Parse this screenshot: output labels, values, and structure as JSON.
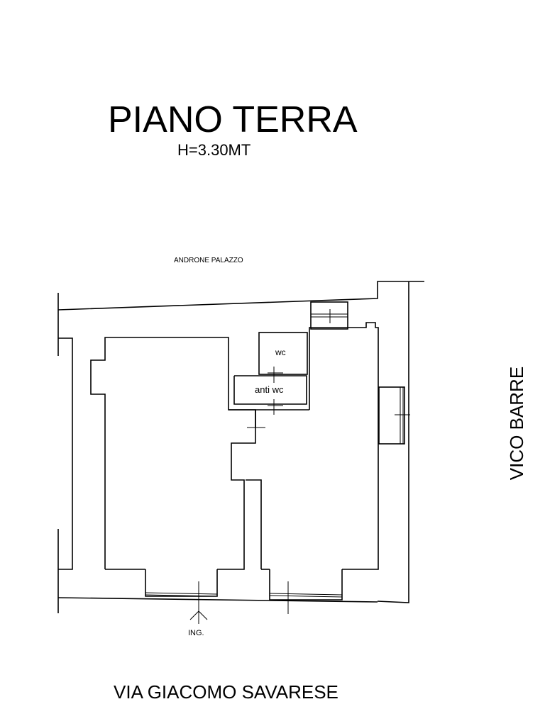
{
  "title": "PIANO TERRA",
  "subtitle": "H=3.30MT",
  "labels": {
    "hallway": "ANDRONE PALAZZO",
    "wc": "wc",
    "anti_wc": "anti wc",
    "entrance": "ING."
  },
  "streets": {
    "bottom": "VIA GIACOMO SAVARESE",
    "side": "VICO BARRE"
  }
}
